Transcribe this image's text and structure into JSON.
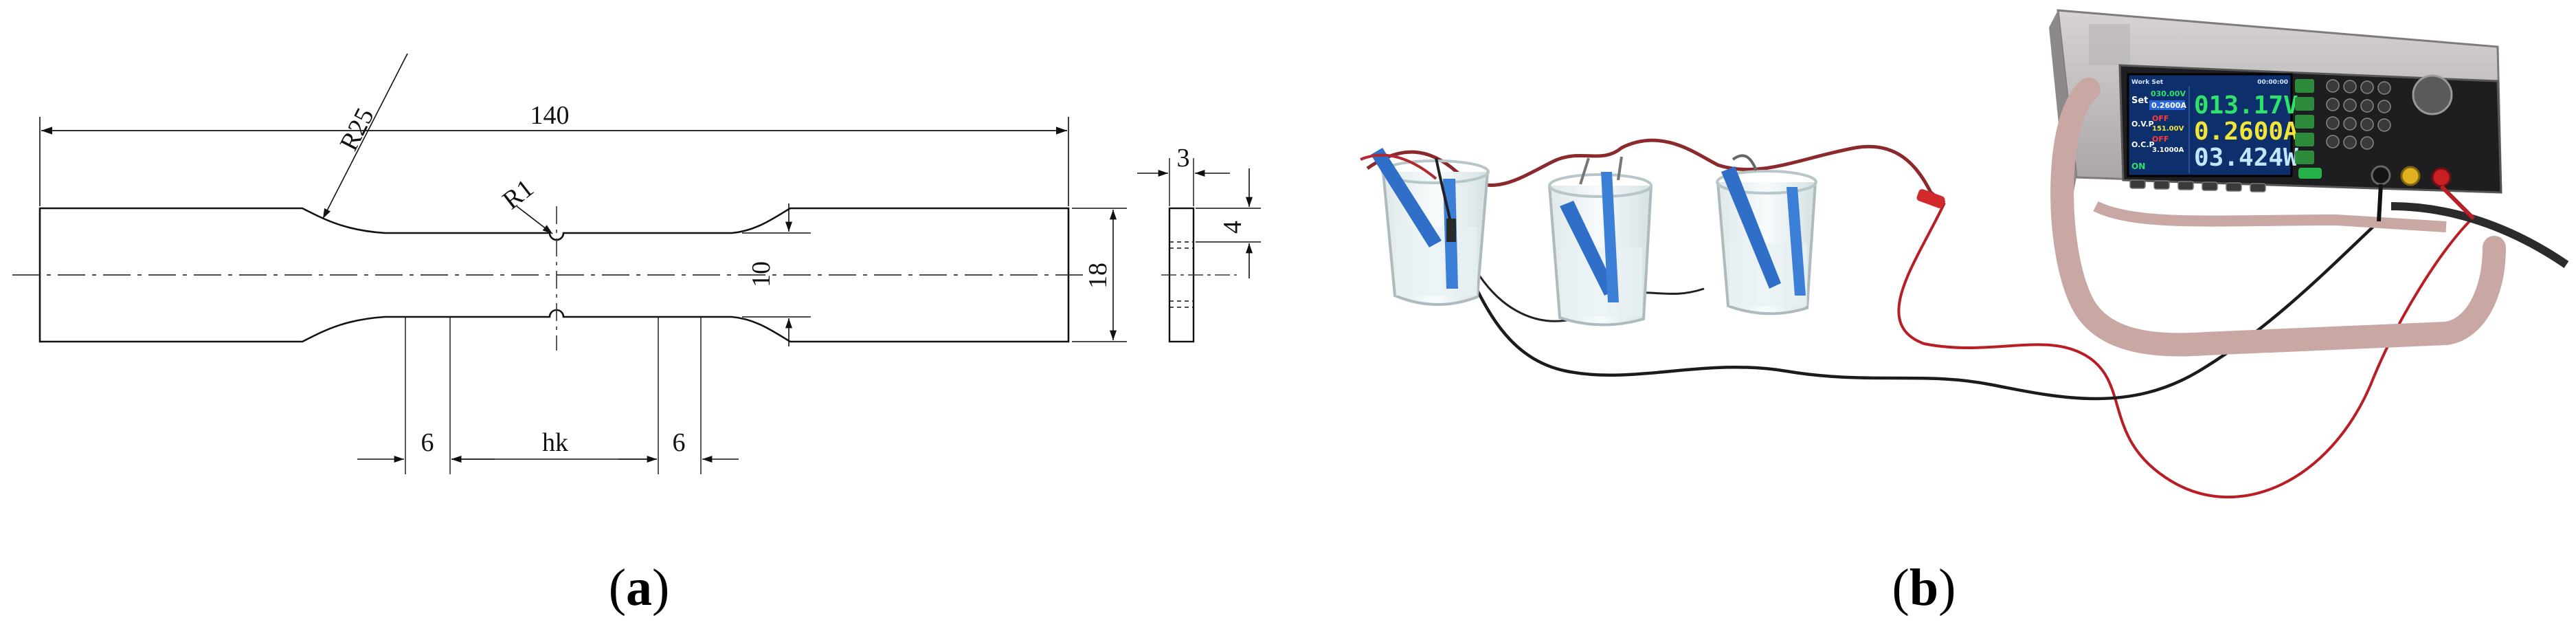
{
  "panel_a": {
    "caption_letter": "a",
    "dimensions": {
      "overall_length": "140",
      "large_radius": "R25",
      "notch_radius": "R1",
      "gauge_width": "10",
      "grip_width": "18",
      "thickness": "3",
      "side_height": "4",
      "left_offset": "6",
      "gauge_label": "hk",
      "right_offset": "6"
    }
  },
  "panel_b": {
    "caption_letter": "b",
    "power_supply_display": {
      "header_left": "Work Set",
      "header_right": "00:00:00",
      "set_label": "Set",
      "set_voltage": "030.00V",
      "set_current": "0.2600A",
      "ovp_label": "O.V.P",
      "ovp_value": "OFF",
      "ovp_setting": "151.00V",
      "ocp_label": "O.C.P",
      "ocp_value": "OFF",
      "ocp_setting": "3.1000A",
      "on_label": "ON",
      "voltage_reading": "013.17V",
      "current_reading": "0.2600A",
      "power_reading": "03.424W"
    },
    "colors": {
      "display_bg": "#0d2f6b",
      "voltage_color": "#2ee26a",
      "current_color": "#f2e53a",
      "power_color": "#bfe7ff",
      "red_lead": "#c81f22",
      "black_lead": "#1a1a1a"
    }
  }
}
